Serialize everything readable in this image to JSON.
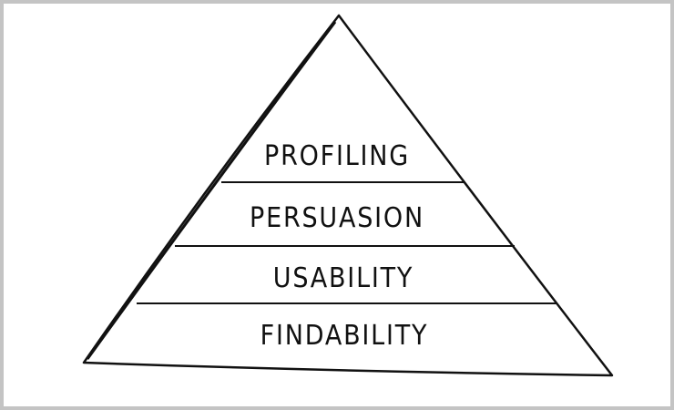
{
  "diagram": {
    "title": "Pyramid",
    "levels": [
      {
        "label": "PROFILING"
      },
      {
        "label": "PERSUASION"
      },
      {
        "label": "USABILITY"
      },
      {
        "label": "FINDABILITY"
      }
    ]
  }
}
